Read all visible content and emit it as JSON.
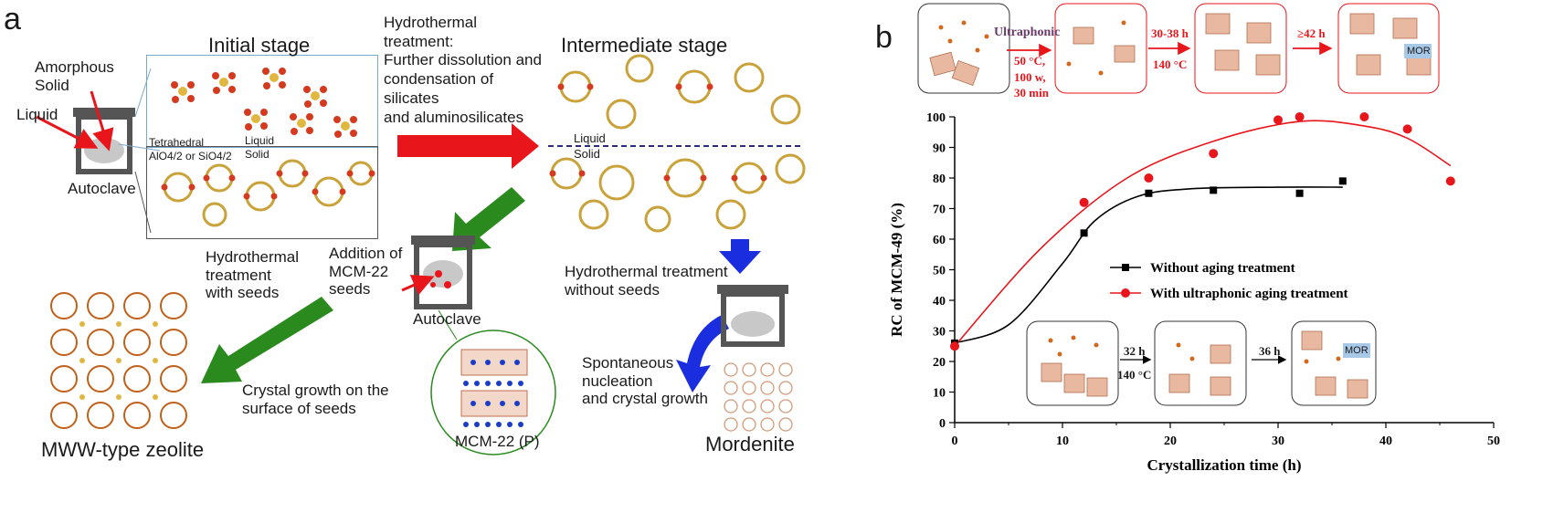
{
  "panel_a": {
    "letter": "a",
    "initial_stage": "Initial stage",
    "intermediate_stage": "Intermediate stage",
    "amorphous_solid": "Amorphous\nSolid",
    "liquid": "Liquid",
    "autoclave": "Autoclave",
    "tetrahedral_1": "Tetrahedral",
    "tetrahedral_2": "AlO4/2 or SiO4/2",
    "liquid_small": "Liquid",
    "solid_small": "Solid",
    "hydrothermal_text": "Hydrothermal\ntreatment:\nFurther dissolution and\ncondensation of\nsilicates\nand aluminosilicates",
    "liquid_mid": "Liquid",
    "solid_mid": "Solid",
    "addition_seeds": "Addition of\nMCM-22\nseeds",
    "autoclave_mid": "Autoclave",
    "mcm22p": "MCM-22 (P)",
    "hydro_seeds": "Hydrothermal\ntreatment\nwith seeds",
    "crystal_growth_seeds": "Crystal growth on the\nsurface of seeds",
    "mww": "MWW-type zeolite",
    "hydro_noseeds": "Hydrothermal treatment\nwithout seeds",
    "spontaneous": "Spontaneous\nnucleation\nand crystal growth",
    "mordenite": "Mordenite"
  },
  "panel_b": {
    "letter": "b",
    "ultraphonic": "Ultraphonic",
    "cond1": "50 °C,",
    "cond2": "100 w,",
    "cond3": "30 min",
    "time1": "30-38 h",
    "temp1": "140 °C",
    "time2": "≥42 h",
    "mor_top": "MOR",
    "inset_time": "32 h",
    "inset_temp": "140 °C",
    "inset_time2": "36 h",
    "mor_inset": "MOR"
  },
  "chart_data": {
    "type": "scatter",
    "xlabel": "Crystallization time (h)",
    "ylabel": "RC of MCM-49 (%)",
    "xlim": [
      0,
      50
    ],
    "ylim": [
      0,
      100
    ],
    "xticks": [
      "0",
      "10",
      "20",
      "30",
      "40",
      "50"
    ],
    "yticks": [
      "0",
      "10",
      "20",
      "30",
      "40",
      "50",
      "60",
      "70",
      "80",
      "90",
      "100"
    ],
    "legend_position": "center-right",
    "series": [
      {
        "name": "Without aging treatment",
        "marker": "square",
        "color": "#000000",
        "x": [
          0,
          12,
          18,
          24,
          32,
          36
        ],
        "y": [
          26,
          62,
          75,
          76,
          75,
          79
        ]
      },
      {
        "name": "With ultraphonic aging treatment",
        "marker": "circle",
        "color": "#e8151b",
        "x": [
          0,
          12,
          18,
          24,
          30,
          32,
          38,
          42,
          46
        ],
        "y": [
          25,
          72,
          80,
          88,
          99,
          100,
          100,
          96,
          79
        ]
      }
    ]
  }
}
